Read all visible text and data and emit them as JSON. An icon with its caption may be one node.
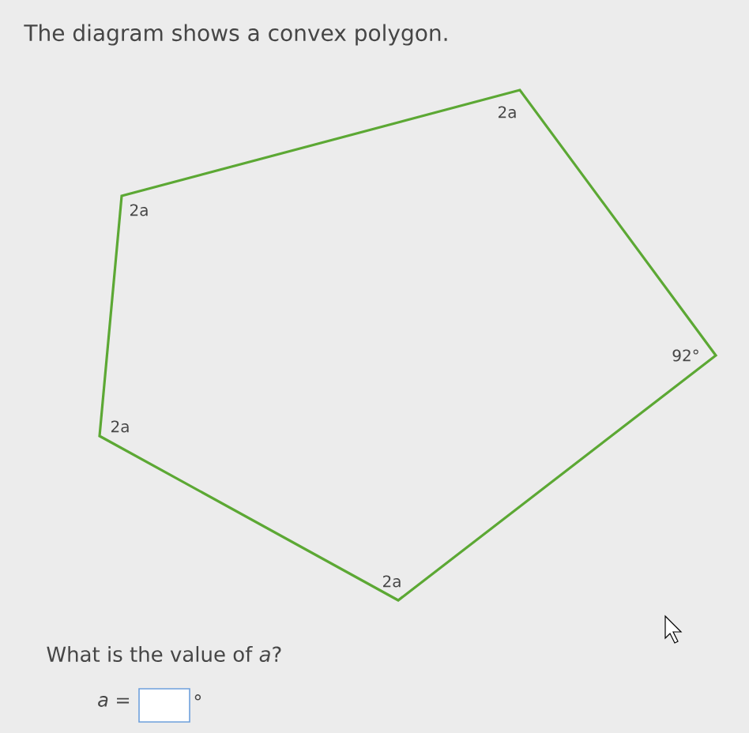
{
  "diagram": {
    "title": "The diagram shows a convex polygon.",
    "labels": [
      "2a",
      "2a",
      "92°",
      "2a",
      "2a",
      "What is the value of *a*?",
      "*a* =",
      "°"
    ]
  }
}
